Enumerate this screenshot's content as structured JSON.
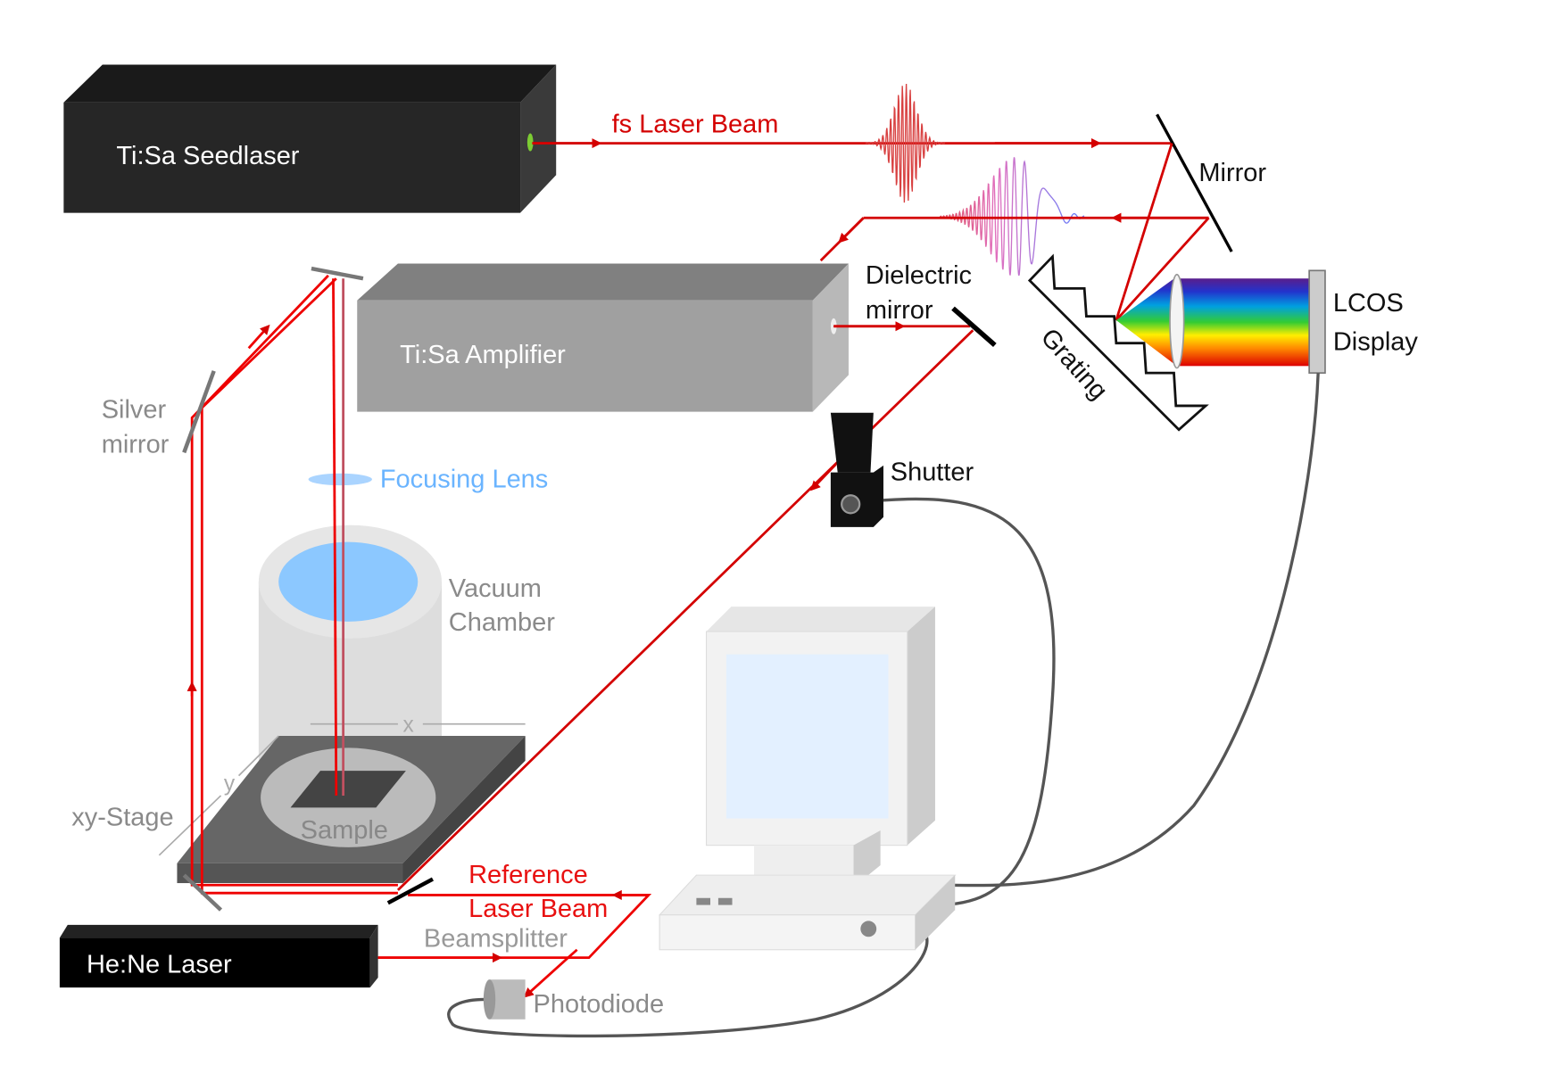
{
  "labels": {
    "seedlaser": "Ti:Sa Seedlaser",
    "fs_beam": "fs Laser Beam",
    "mirror": "Mirror",
    "amplifier": "Ti:Sa Amplifier",
    "dielectric_1": "Dielectric",
    "dielectric_2": "mirror",
    "grating": "Grating",
    "lcos_1": "LCOS",
    "lcos_2": "Display",
    "shutter": "Shutter",
    "silver_1": "Silver",
    "silver_2": "mirror",
    "focusing_lens": "Focusing Lens",
    "vacuum_1": "Vacuum",
    "vacuum_2": "Chamber",
    "axis_x": "x",
    "axis_y": "y",
    "xy_stage": "xy-Stage",
    "sample": "Sample",
    "reference_1": "Reference",
    "reference_2": "Laser Beam",
    "beamsplitter": "Beamsplitter",
    "hene": "He:Ne Laser",
    "photodiode": "Photodiode"
  },
  "colors": {
    "beam": "#d40000",
    "reference_text": "#e81010",
    "lens_text": "#6ab4ff",
    "grey_text": "#8a8a8a",
    "cable": "#555555"
  }
}
